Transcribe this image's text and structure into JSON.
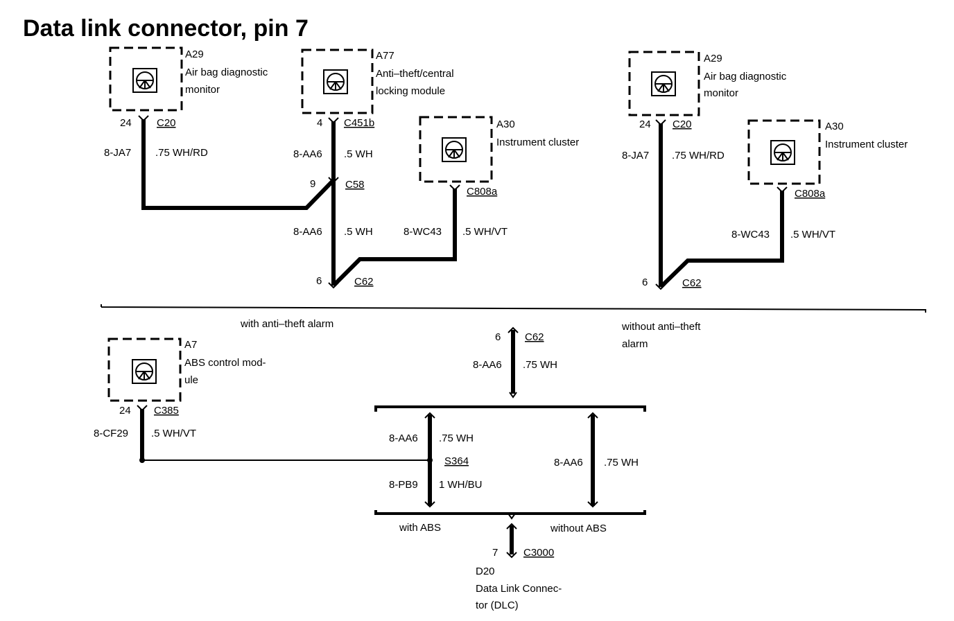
{
  "title": "Data link connector, pin 7",
  "components": {
    "a29_left": {
      "id": "A29",
      "name_line1": "Air bag diagnostic",
      "name_line2": "monitor"
    },
    "a77": {
      "id": "A77",
      "name_line1": "Anti–theft/central",
      "name_line2": "locking module"
    },
    "a30_left": {
      "id": "A30",
      "name_line1": "Instrument cluster"
    },
    "a29_right": {
      "id": "A29",
      "name_line1": "Air bag diagnostic",
      "name_line2": "monitor"
    },
    "a30_right": {
      "id": "A30",
      "name_line1": "Instrument cluster"
    },
    "a7": {
      "id": "A7",
      "name_line1": "ABS control mod-",
      "name_line2": "ule"
    },
    "d20": {
      "id": "D20",
      "name_line1": "Data Link Connec-",
      "name_line2": "tor (DLC)"
    }
  },
  "pins": {
    "a29_left": "24",
    "a77": "4",
    "c58": "9",
    "c62_left": "6",
    "a29_right": "24",
    "c62_right": "6",
    "c62_center": "6",
    "a7": "24",
    "d20": "7"
  },
  "connectors": {
    "c20_left": "C20",
    "c451b": "C451b",
    "c58": "C58",
    "c808a_left": "C808a",
    "c62_left": "C62",
    "c20_right": "C20",
    "c808a_right": "C808a",
    "c62_right": "C62",
    "c62_center": "C62",
    "c385": "C385",
    "s364": "S364",
    "c3000": "C3000"
  },
  "circuits": {
    "ja7_left": "8-JA7",
    "aa6_a77": "8-AA6",
    "aa6_c58": "8-AA6",
    "wc43_left": "8-WC43",
    "ja7_right": "8-JA7",
    "wc43_right": "8-WC43",
    "aa6_center": "8-AA6",
    "cf29": "8-CF29",
    "aa6_s364": "8-AA6",
    "pb9": "8-PB9",
    "aa6_noabs": "8-AA6"
  },
  "wires": {
    "ja7_left": ".75 WH/RD",
    "aa6_a77": ".5 WH",
    "aa6_c58": ".5 WH",
    "wc43_left": ".5 WH/VT",
    "ja7_right": ".75 WH/RD",
    "wc43_right": ".5 WH/VT",
    "aa6_center": ".75 WH",
    "cf29": ".5 WH/VT",
    "aa6_s364": ".75 WH",
    "pb9": "1 WH/BU",
    "aa6_noabs": ".75 WH"
  },
  "options": {
    "with_antitheft": "with anti–theft alarm",
    "without_antitheft_1": "without anti–theft",
    "without_antitheft_2": "alarm",
    "with_abs": "with ABS",
    "without_abs": "without ABS"
  }
}
